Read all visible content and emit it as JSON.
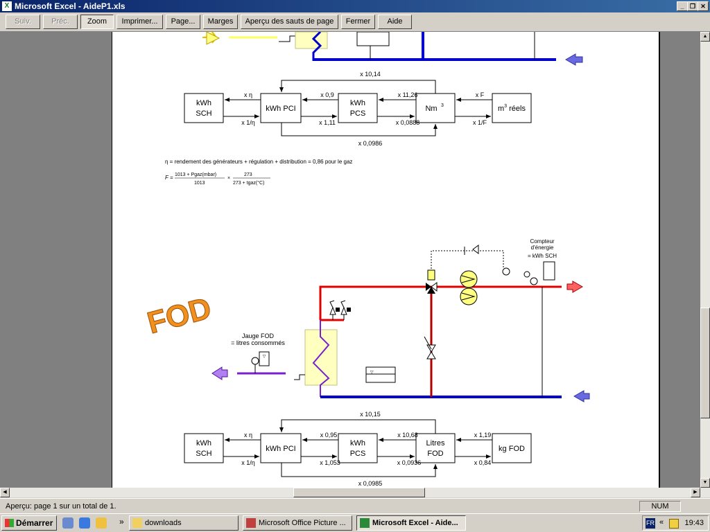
{
  "window": {
    "title": "Microsoft Excel - AideP1.xls",
    "app_icon": "X"
  },
  "toolbar": {
    "buttons": [
      "Suiv.",
      "Préc.",
      "Zoom",
      "Imprimer...",
      "Page...",
      "Marges",
      "Aperçu des sauts de page",
      "Fermer",
      "Aide"
    ]
  },
  "diagram_gas": {
    "boxes": {
      "kwh_sch": "kWh",
      "kwh_sch2": "SCH",
      "kwh_pci": "kWh PCI",
      "kwh_pcs": "kWh",
      "kwh_pcs2": "PCS",
      "nm3": "Nm",
      "nm3_sup": "3",
      "m3_reels": "m",
      "m3_sup": "3",
      "m3_suffix": " réels"
    },
    "factors": {
      "top": "x 10,14",
      "eta": "x η",
      "inv_eta": "x 1/η",
      "f09": "x 0,9",
      "f111": "x 1,11",
      "f1126": "x 11,26",
      "f00888": "x 0,0888",
      "xF": "x F",
      "inv_F": "x 1/F",
      "bottom": "x 0,0986"
    },
    "formula_text": "η = rendement des générateurs + régulation + distribution = 0,86 pour le gaz",
    "formula": {
      "f": "F =",
      "num": "1013 + Pgaz(mbar)",
      "den": "1013",
      "num2": "273",
      "den2": "273 + tgaz(°C)"
    }
  },
  "fod_logo": "FOD",
  "hydraulic": {
    "meter_label": [
      "Compteur",
      "d'énergie",
      "= kWh SCH"
    ],
    "gauge_label": [
      "Jauge FOD",
      "= litres consommés"
    ]
  },
  "diagram_fod": {
    "boxes": {
      "kwh_sch": "kWh",
      "kwh_sch2": "SCH",
      "kwh_pci": "kWh PCI",
      "kwh_pcs": "kWh",
      "kwh_pcs2": "PCS",
      "litres": "Litres",
      "litres2": "FOD",
      "kg": "kg FOD"
    },
    "factors": {
      "top": "x 10,15",
      "eta": "x η",
      "inv_eta": "x 1/η",
      "f095": "x 0,95",
      "f1053": "x 1,053",
      "f1068": "x 10,68",
      "f00936": "x 0,0936",
      "f119": "x 1,19",
      "f084": "x 0,84",
      "bottom": "x 0,0985"
    }
  },
  "status": {
    "text": "Aperçu: page 1 sur un total de 1.",
    "num": "NUM"
  },
  "taskbar": {
    "start": "Démarrer",
    "tasks": [
      "downloads",
      "Microsoft Office Picture ...",
      "Microsoft Excel - Aide..."
    ],
    "lang": "FR",
    "clock": "19:43"
  },
  "colors": {
    "red": "#e00000",
    "blue": "#0000cc",
    "purple": "#7a1fd0",
    "yellow": "#ffffc0"
  }
}
